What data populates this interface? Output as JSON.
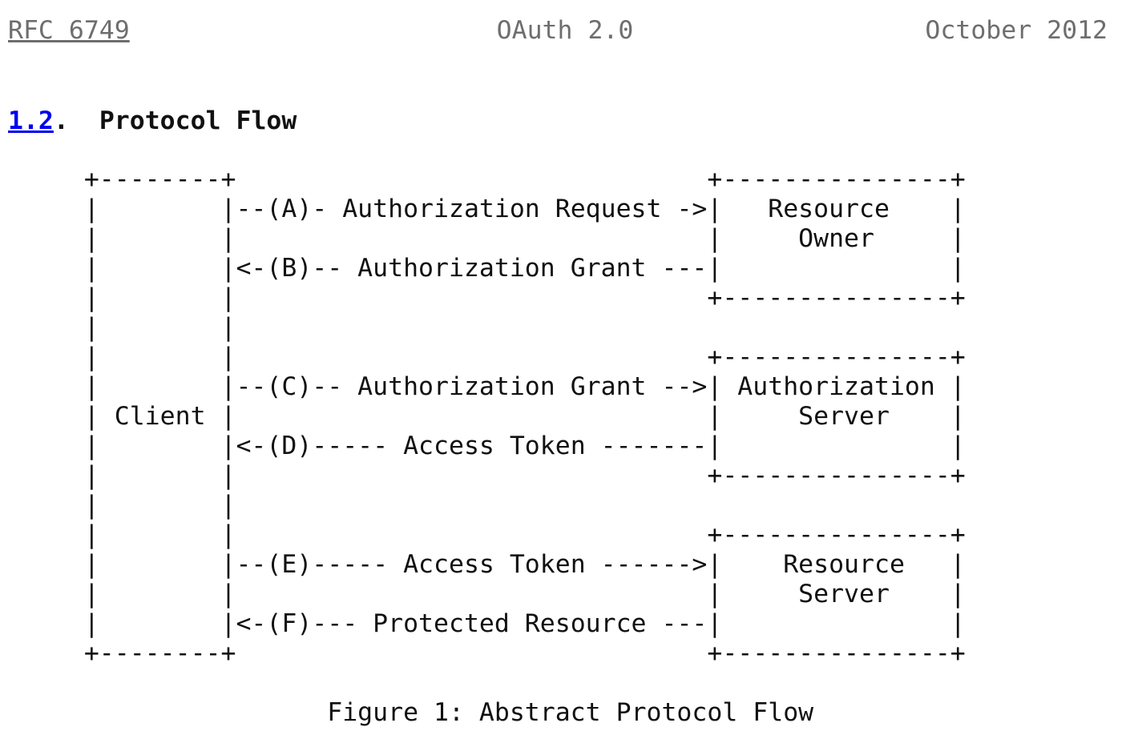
{
  "header": {
    "rfc_link": "RFC 6749",
    "doc_title": "OAuth 2.0",
    "doc_date": "October 2012"
  },
  "section": {
    "number_link": "1.2",
    "separator": ".  ",
    "title": "Protocol Flow"
  },
  "figure": {
    "ascii_lines": [
      "     +--------+                               +---------------+",
      "     |        |--(A)- Authorization Request ->|   Resource    |",
      "     |        |                               |     Owner     |",
      "     |        |<-(B)-- Authorization Grant ---|               |",
      "     |        |                               +---------------+",
      "     |        |",
      "     |        |                               +---------------+",
      "     |        |--(C)-- Authorization Grant -->| Authorization |",
      "     | Client |                               |     Server    |",
      "     |        |<-(D)----- Access Token -------|               |",
      "     |        |                               +---------------+",
      "     |        |",
      "     |        |                               +---------------+",
      "     |        |--(E)----- Access Token ------>|    Resource   |",
      "     |        |                               |     Server    |",
      "     |        |<-(F)--- Protected Resource ---|               |",
      "     +--------+                               +---------------+"
    ],
    "caption": "Figure 1: Abstract Protocol Flow",
    "actors": [
      "Client",
      "Resource Owner",
      "Authorization Server",
      "Resource Server"
    ],
    "steps": [
      {
        "label": "A",
        "from": "Client",
        "to": "Resource Owner",
        "message": "Authorization Request"
      },
      {
        "label": "B",
        "from": "Resource Owner",
        "to": "Client",
        "message": "Authorization Grant"
      },
      {
        "label": "C",
        "from": "Client",
        "to": "Authorization Server",
        "message": "Authorization Grant"
      },
      {
        "label": "D",
        "from": "Authorization Server",
        "to": "Client",
        "message": "Access Token"
      },
      {
        "label": "E",
        "from": "Client",
        "to": "Resource Server",
        "message": "Access Token"
      },
      {
        "label": "F",
        "from": "Resource Server",
        "to": "Client",
        "message": "Protected Resource"
      }
    ]
  },
  "colors": {
    "text": "#111111",
    "muted_gray": "#6e6e6e",
    "link_blue": "#0000ee",
    "background": "#ffffff"
  }
}
